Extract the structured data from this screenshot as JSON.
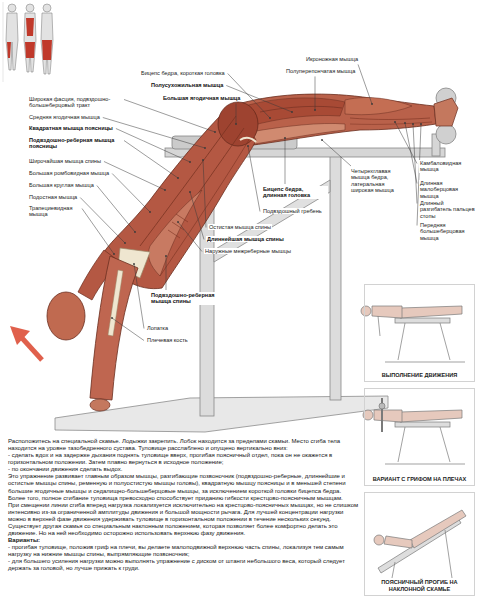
{
  "diagram": {
    "nodes": [
      {
        "text": [
          "ВЫПОЛНЕНИЕ ДВИЖЕНИЯ"
        ]
      },
      {
        "text": [
          "ВАРИАНТ С ГРИФОМ НА ПЛЕЧАХ"
        ]
      },
      {
        "text": [
          "ПОЯСНИЧНЫЙ ПРОГИБ НА НАКЛОННОЙ СКАМЬЕ"
        ]
      }
    ],
    "labels": [
      "Широкая фасция, подвздошно-большеберцовый тракт",
      "Средняя ягодичная мышца",
      "Квадратная мышца поясницы",
      "Подвздошно-реберная мышца поясницы",
      "Широчайшая мышца спины",
      "Большая ромбовидная мышца",
      "Большая круглая мышца",
      "Подостная мышца",
      "Трапециевидная мышца",
      "Бицепс бедра, короткая головка",
      "Полусухожильная мышца",
      "Большая ягодичная мышца",
      "Икроножная мышца",
      "Полуперепончатая мышца",
      "Четырехглавая мышца бедра, латеральная широкая мышца",
      "Камбаловидная мышца",
      "Длинная малоберцовая мышца",
      "Длинный разгибатель пальцев стопы",
      "Передняя большеберцовая мышца",
      "Бицепс бедра, длинная головка",
      "Подвздошный гребень",
      "Остистая мышца спины",
      "Длиннейшая мышца спины",
      "Наружные межреберные мышцы",
      "Подвздошно-реберная мышца спины",
      "Лопатка",
      "Плечевая кость",
      "Расположитесь на специальной скамье. Лодыжки закрепить. Лобок находится за пределами скамьи. Место сгиба тела находится на уровне тазобедренного сустава. Туловище расслаблено и опущено вертикально вниз:",
      "- сделать вдох и на задержке дыхания поднять туловище вверх, прогибая поясничный отдел, пока он не окажется в горизонтальном положении. Затем плавно вернуться в исходное положение;",
      "- по окончании движения сделать выдох.",
      "Это упражнение развивает главным образом мышцы, разгибающие позвоночник (подвздошно-реберные, длиннейшие и остистые мышцы спины, ременную и полуостистую мышцы головы), квадратную мышцу поясницы и в меньшей степени большие ягодичные мышцы и седалищно-большеберцовые мышцы, за исключением короткой головки бицепса бедра. Более того, полное сгибание туловища превосходно способствует приданию гибкости крестцово-поясничным мышцам.",
      "При смещении линии сгиба вперед нагрузка локализуется исключительно на крестцово-поясничных мышцах, но не слишком интенсивно из-за ограниченной амплитуды движения и большой мощности рычага. Для лучшей концентрации нагрузки можно в верхней фазе движения удерживать туловище в горизонтальном положении в течение нескольких секунд. Существует другая скамья со специальным наклонным положением, которая позволяет более комфортно делать это движение. Но на ней необходимо осторожно использовать верхнюю фазу движения.",
      "Варианты:",
      "- прогибая туловище, положив гриф на плечи, вы делаете малоподвижной верхнюю часть спины, локализуя тем самым нагрузку на нижние мышцы спины, выпрямляющие позвоночник;",
      "- для большего усиления нагрузки можно выполнять упражнение с диском от штанги небольшого веса, который следует держать за головой, но лучше прижать к груди."
    ]
  }
}
